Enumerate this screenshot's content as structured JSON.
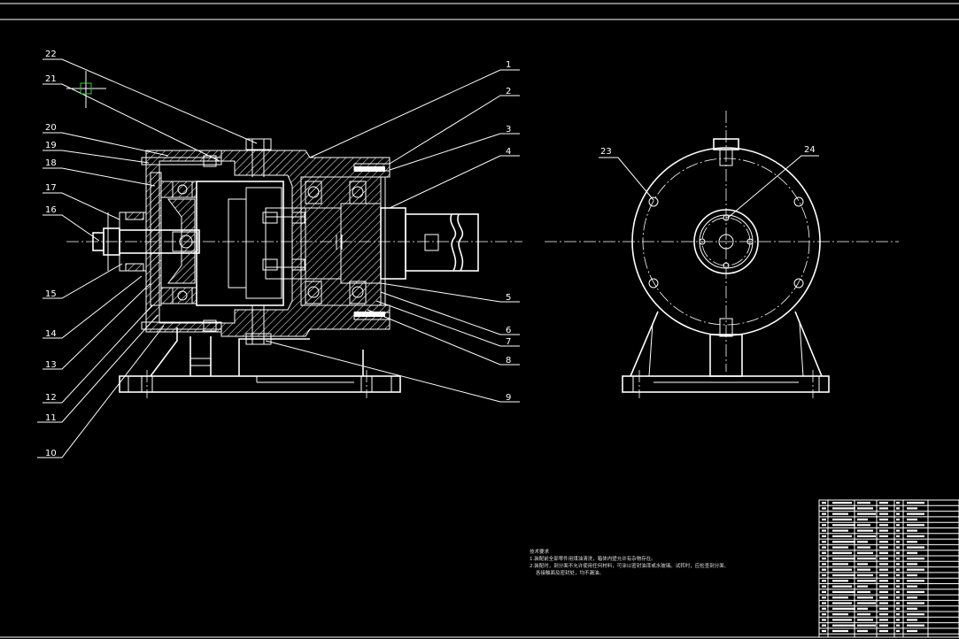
{
  "drawing": {
    "part_labels": [
      "1",
      "2",
      "3",
      "4",
      "5",
      "6",
      "7",
      "8",
      "9",
      "10",
      "11",
      "12",
      "13",
      "14",
      "15",
      "16",
      "17",
      "18",
      "19",
      "20",
      "21",
      "22",
      "23",
      "24"
    ]
  },
  "tech_notes": {
    "title": "技术要求",
    "line1": "1.装配前全部零件用煤油清洗，箱体内壁允许有杂物存在。",
    "line2": "2.装配时，剖分面不允许使用任何材料，可涂以密封油漆或水玻璃。试转时，应检查剖分面、",
    "line3": "各接触面及密封处，均不漏油。"
  },
  "colors": {
    "background": "#000000",
    "lines": "#ffffff",
    "hatch": "#ffffff"
  }
}
